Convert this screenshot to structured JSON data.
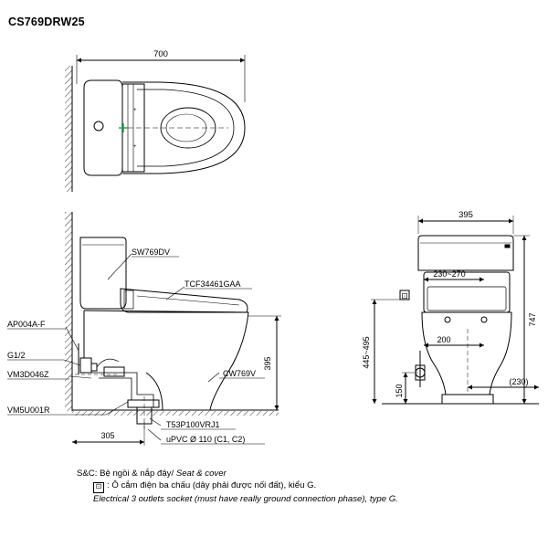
{
  "model": "CS769DRW25",
  "top_view": {
    "width_dim": "700"
  },
  "side_view": {
    "labels": {
      "tank": "SW769DV",
      "seat": "TCF34461GAA",
      "ap": "AP004A-F",
      "g": "G1/2",
      "vm1": "VM3D046Z",
      "vm2": "VM5U001R",
      "bowl": "CW769V",
      "t53": "T53P100VRJ1",
      "upvc": "uPVC Ø 110 (C1, C2)"
    },
    "dims": {
      "height": "395",
      "rough_in": "305"
    }
  },
  "front_view": {
    "dims": {
      "width": "395",
      "range": "230~270",
      "outlet_range": "445~495",
      "overall": "747",
      "inlet": "200",
      "floor": "150",
      "side": "(230)"
    }
  },
  "notes": {
    "sc_prefix": "S&C: ",
    "sc_vi": "Bệ ngồi & nắp đậy/ ",
    "sc_en": "Seat & cover",
    "socket_symbol": "⚀",
    "socket_vi": ": Ô cắm điện ba chấu (dây phải được nối đất), kiểu G.",
    "socket_en": "Electrical 3 outlets socket (must have really ground connection phase), type G."
  }
}
